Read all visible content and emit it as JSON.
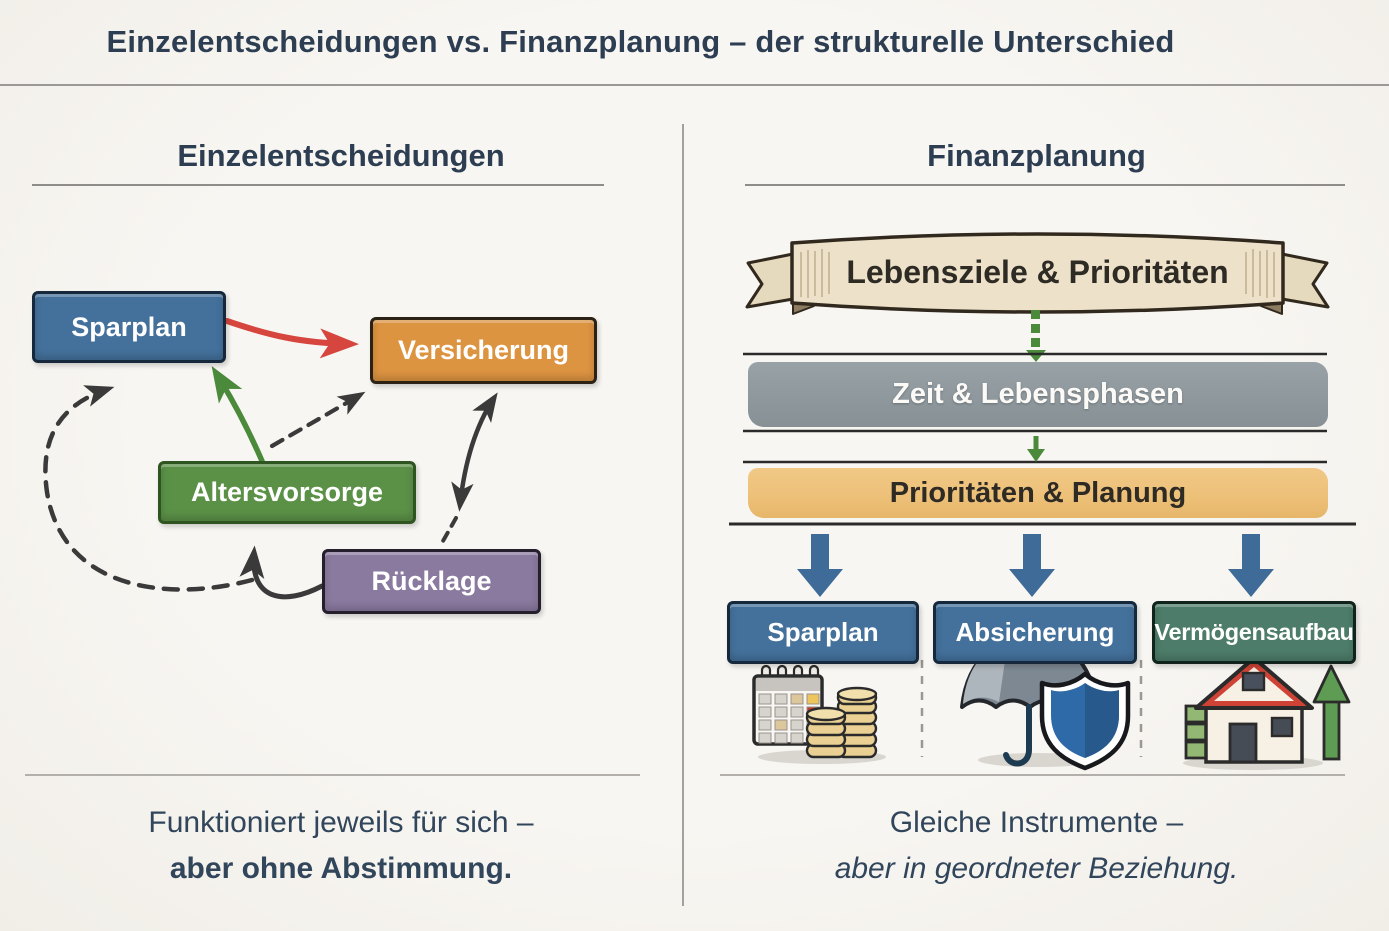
{
  "title": "Einzelentscheidungen vs. Finanzplanung – der strukturelle Unterschied",
  "left_panel": {
    "heading": "Einzelentscheidungen",
    "nodes": {
      "sparplan": "Sparplan",
      "versicherung": "Versicherung",
      "altersvorsorge": "Altersvorsorge",
      "ruecklage": "Rücklage"
    },
    "caption": {
      "line1": "Funktioniert jeweils für sich –",
      "line2": "aber ohne Abstimmung."
    }
  },
  "right_panel": {
    "heading": "Finanzplanung",
    "banner": "Lebensziele & Prioritäten",
    "layers": {
      "time": "Zeit & Lebensphasen",
      "planning": "Prioritäten & Planung"
    },
    "columns": [
      {
        "label": "Sparplan",
        "icon": "calendar-coins-icon"
      },
      {
        "label": "Absicherung",
        "icon": "umbrella-shield-icon"
      },
      {
        "label": "Vermögensaufbau",
        "icon": "house-growth-icon"
      }
    ],
    "caption": {
      "line1": "Gleiche Instrumente –",
      "line2": "aber in geordneter Beziehung."
    }
  },
  "colors": {
    "ink": "#2d3e52",
    "caption": "#31455b",
    "line": "#8f8d89",
    "box-blue": "#44719c",
    "box-blue-border": "#16293c",
    "box-orange": "#dd9441",
    "box-orange-border": "#2b2115",
    "box-green": "#5b9147",
    "box-green-border": "#2e5420",
    "box-purple": "#8b7aa0",
    "box-purple-border": "#241e2d",
    "box-teal": "#4d7d6a",
    "box-teal-border": "#10231c",
    "arrow-red": "#d6463e",
    "arrow-green": "#4b8a3b",
    "arrow-dark": "#3a3a3a",
    "block-arrow": "#3e6b98",
    "banner-fill": "#ede2c9",
    "banner-stroke": "#32291e",
    "layer-gray": "#8e989d",
    "layer-orange": "#edc078"
  }
}
